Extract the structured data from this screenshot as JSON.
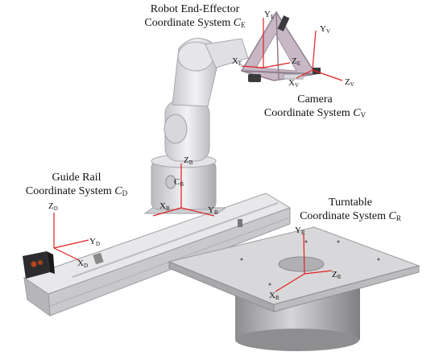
{
  "labels": {
    "end_effector": {
      "line1": "Robot End-Effector",
      "line2_prefix": "Coordinate System ",
      "symbol": "C",
      "sub": "E"
    },
    "camera": {
      "line1": "Camera",
      "line2_prefix": "Coordinate System ",
      "symbol": "C",
      "sub": "V"
    },
    "guide_rail": {
      "line1": "Guide Rail",
      "line2_prefix": "Coordinate System ",
      "symbol": "C",
      "sub": "D"
    },
    "turntable": {
      "line1": "Turntable",
      "line2_prefix": "Coordinate System ",
      "symbol": "C",
      "sub": "R"
    }
  },
  "axes": {
    "end_effector": {
      "y": {
        "main": "Y",
        "sub": "E"
      },
      "x": {
        "main": "X",
        "sub": "E"
      },
      "z": {
        "main": "Z",
        "sub": "E"
      }
    },
    "camera": {
      "y": {
        "main": "Y",
        "sub": "V"
      },
      "x": {
        "main": "X",
        "sub": "V"
      },
      "z": {
        "main": "Z",
        "sub": "V"
      }
    },
    "base": {
      "z": {
        "main": "Z",
        "sub": "B"
      },
      "c": {
        "main": "C",
        "sub": "B"
      },
      "x": {
        "main": "X",
        "sub": "B"
      },
      "y": {
        "main": "Y",
        "sub": "B"
      }
    },
    "guide_rail": {
      "z": {
        "main": "Z",
        "sub": "D"
      },
      "y": {
        "main": "Y",
        "sub": "D"
      },
      "x": {
        "main": "X",
        "sub": "D"
      }
    },
    "turntable": {
      "y": {
        "main": "Y",
        "sub": "R"
      },
      "z": {
        "main": "Z",
        "sub": "R"
      },
      "x": {
        "main": "X",
        "sub": "R"
      }
    }
  },
  "colors": {
    "axis_line": "#e02020",
    "robot_body": "#e9e9ec",
    "robot_shadow": "#b8b8bf",
    "bracket": "#b9a8b8",
    "rail": "#dcdcdf",
    "turntable_top": "#d4d4d6",
    "cylinder": "#b5b5b7"
  }
}
